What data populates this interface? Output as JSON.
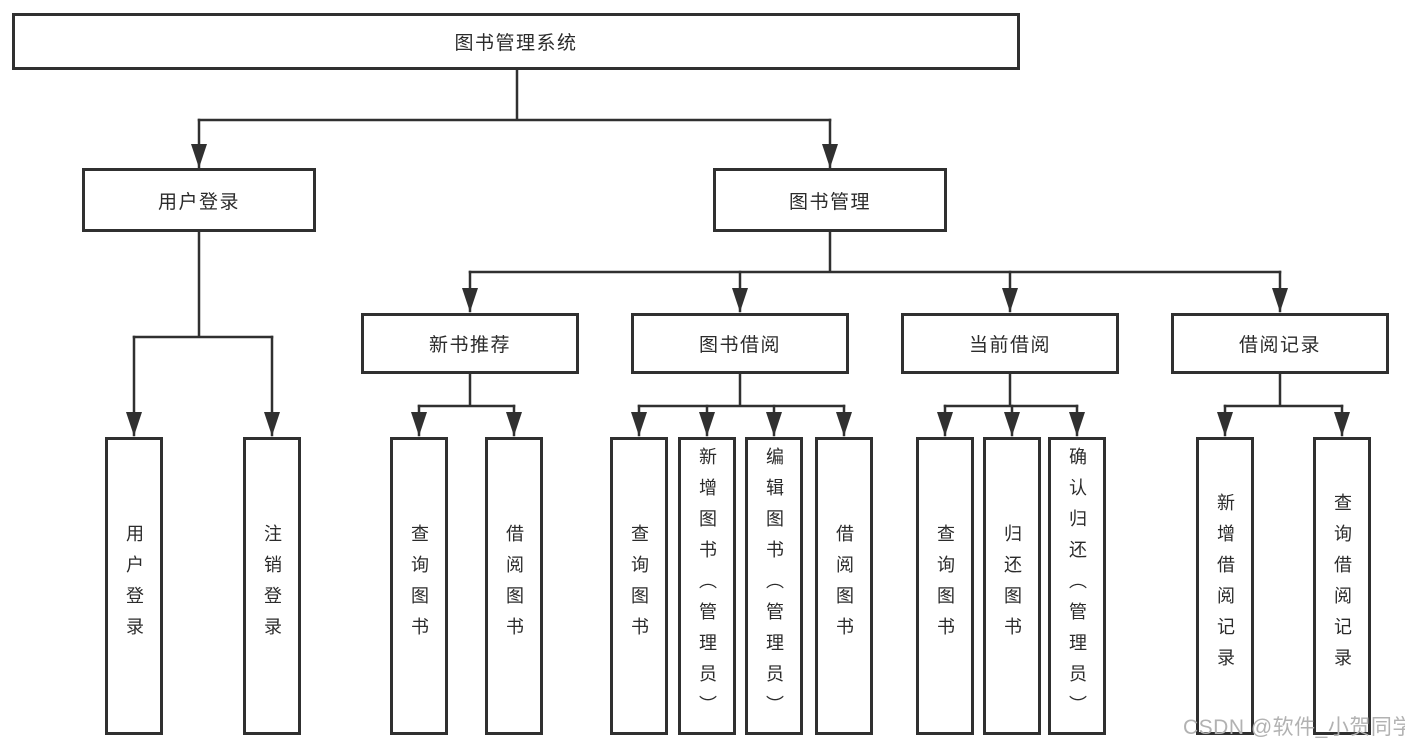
{
  "page": {
    "background": "#ffffff"
  },
  "colors": {
    "line": "#303030",
    "box_border": "#303030",
    "text": "#2b2b2b",
    "watermark": "#b2b2b2"
  },
  "watermark": {
    "text": "CSDN @软件_小贺同学"
  },
  "tree": {
    "root": {
      "label": "图书管理系统"
    },
    "branches": [
      {
        "label": "用户登录",
        "children": [
          {
            "label": "用户登录"
          },
          {
            "label": "注销登录"
          }
        ]
      },
      {
        "label": "图书管理",
        "children": [
          {
            "label": "新书推荐",
            "children": [
              {
                "label": "查询图书"
              },
              {
                "label": "借阅图书"
              }
            ]
          },
          {
            "label": "图书借阅",
            "children": [
              {
                "label": "查询图书"
              },
              {
                "label": "新增图书（管理员）"
              },
              {
                "label": "编辑图书（管理员）"
              },
              {
                "label": "借阅图书"
              }
            ]
          },
          {
            "label": "当前借阅",
            "children": [
              {
                "label": "查询图书"
              },
              {
                "label": "归还图书"
              },
              {
                "label": "确认归还（管理员）"
              }
            ]
          },
          {
            "label": "借阅记录",
            "children": [
              {
                "label": "新增借阅记录"
              },
              {
                "label": "查询借阅记录"
              }
            ]
          }
        ]
      }
    ]
  }
}
